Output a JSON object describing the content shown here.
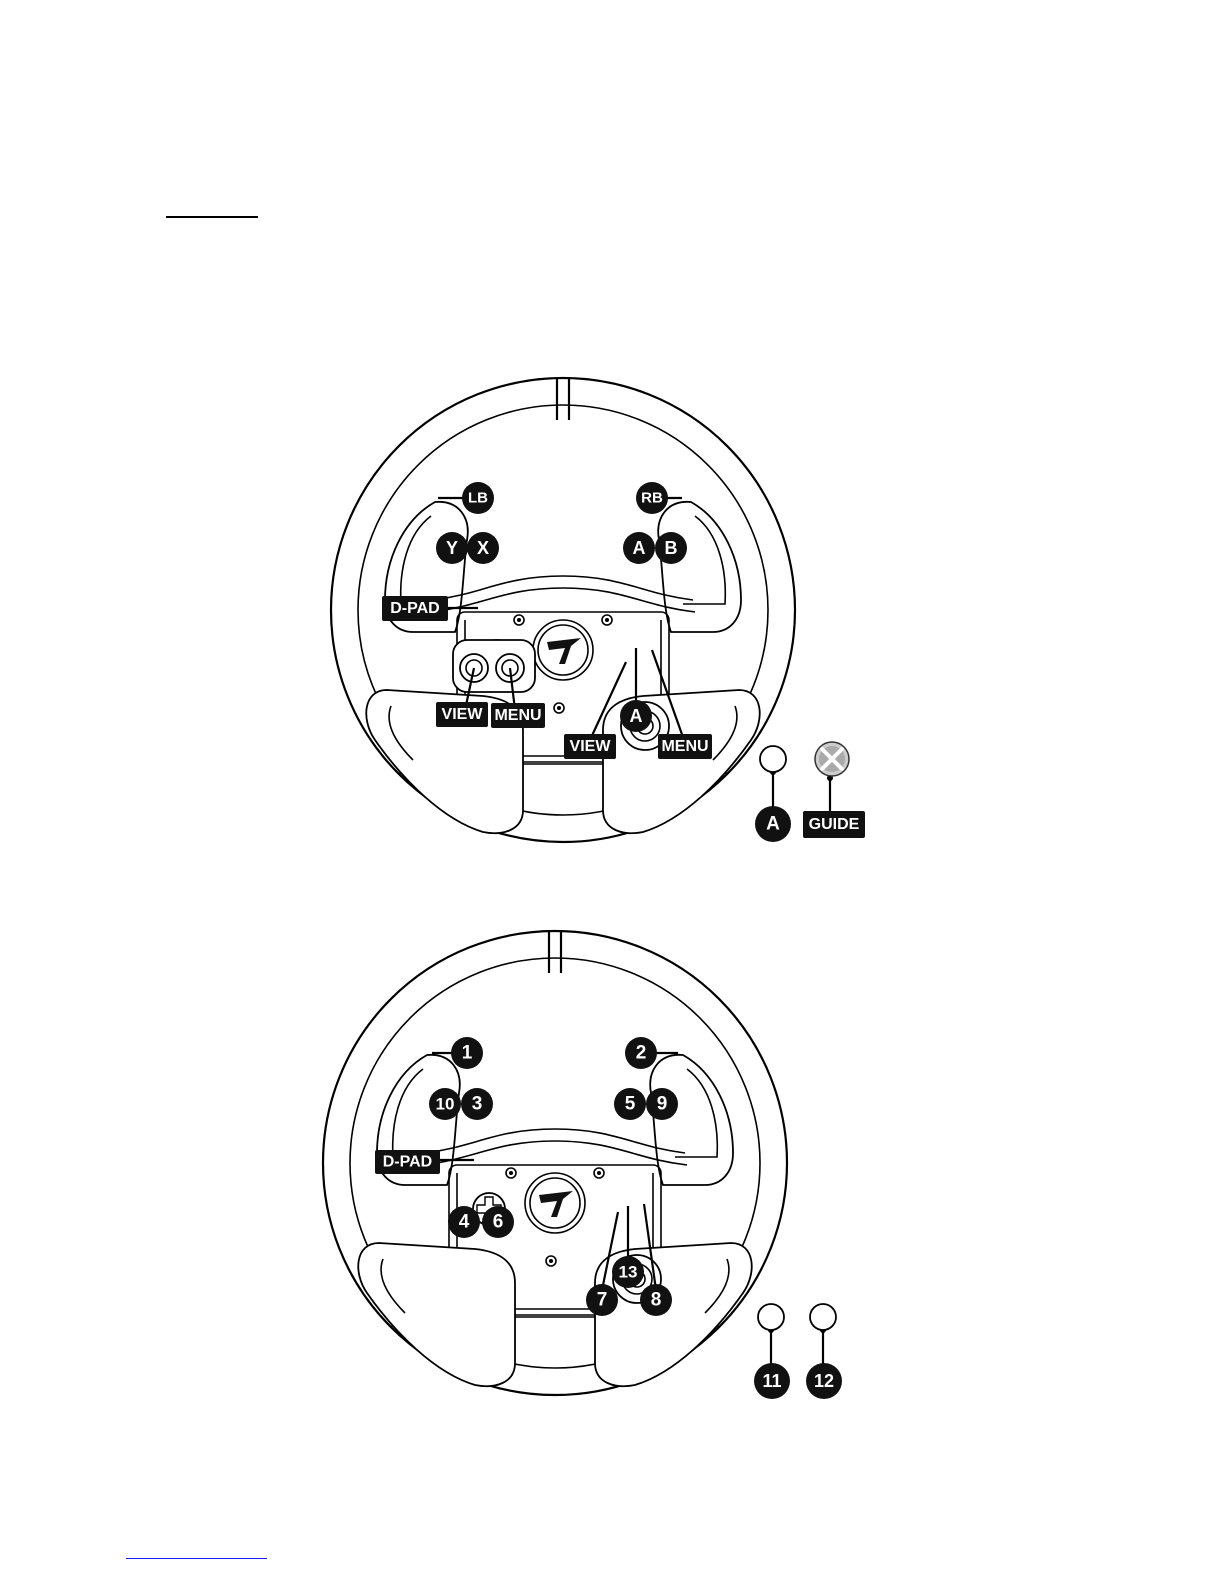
{
  "colors": {
    "ink": "#111111",
    "link": "#1a1aff"
  },
  "wheel_xbox": {
    "labels": {
      "lb": "LB",
      "rb": "RB",
      "y": "Y",
      "x": "X",
      "a": "A",
      "b": "B",
      "dpad": "D-PAD",
      "view_left": "VIEW",
      "menu_left": "MENU",
      "a_center": "A",
      "view_right": "VIEW",
      "menu_right": "MENU",
      "a_bottom": "A",
      "guide": "GUIDE"
    },
    "icons": {
      "guide_icon": "xbox-logo-icon",
      "logo": "thrustmaster-logo-icon"
    }
  },
  "wheel_pc": {
    "labels": {
      "b1": "1",
      "b2": "2",
      "b10": "10",
      "b3": "3",
      "b5": "5",
      "b9": "9",
      "dpad": "D-PAD",
      "b4": "4",
      "b6": "6",
      "b13": "13",
      "b7": "7",
      "b8": "8",
      "b11": "11",
      "b12": "12"
    },
    "icons": {
      "logo": "thrustmaster-logo-icon"
    }
  }
}
